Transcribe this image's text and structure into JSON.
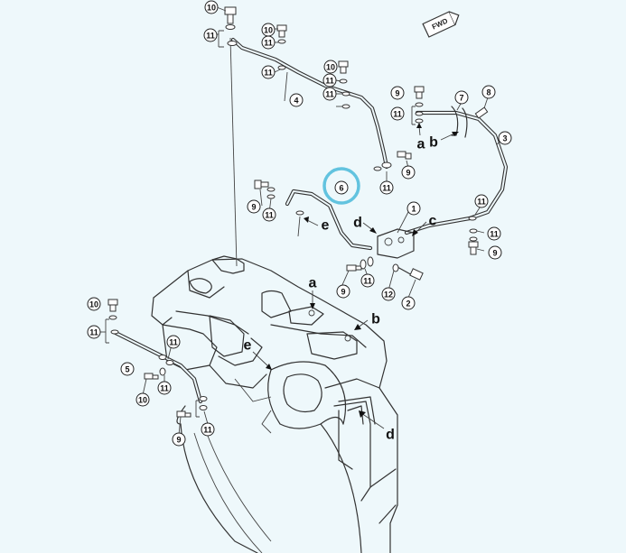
{
  "direction_badge": {
    "text": "FWD"
  },
  "callouts": [
    {
      "id": "c10a",
      "text": "10"
    },
    {
      "id": "c11a",
      "text": "11"
    },
    {
      "id": "c10b",
      "text": "10"
    },
    {
      "id": "c11b",
      "text": "11"
    },
    {
      "id": "c11c",
      "text": "11"
    },
    {
      "id": "c10c",
      "text": "10"
    },
    {
      "id": "c11d",
      "text": "11"
    },
    {
      "id": "c4",
      "text": "4"
    },
    {
      "id": "c11e",
      "text": "11"
    },
    {
      "id": "c9a",
      "text": "9"
    },
    {
      "id": "c7",
      "text": "7"
    },
    {
      "id": "c8",
      "text": "8"
    },
    {
      "id": "c11f",
      "text": "11"
    },
    {
      "id": "c3",
      "text": "3"
    },
    {
      "id": "c9b",
      "text": "9"
    },
    {
      "id": "c11g",
      "text": "11"
    },
    {
      "id": "c6",
      "text": "6"
    },
    {
      "id": "c9c",
      "text": "9"
    },
    {
      "id": "c11h",
      "text": "11"
    },
    {
      "id": "c1",
      "text": "1"
    },
    {
      "id": "c11i",
      "text": "11"
    },
    {
      "id": "c11j",
      "text": "11"
    },
    {
      "id": "c9d",
      "text": "9"
    },
    {
      "id": "c9e",
      "text": "9"
    },
    {
      "id": "c11k",
      "text": "11"
    },
    {
      "id": "c12",
      "text": "12"
    },
    {
      "id": "c2",
      "text": "2"
    },
    {
      "id": "c10d",
      "text": "10"
    },
    {
      "id": "c11l",
      "text": "11"
    },
    {
      "id": "c11m",
      "text": "11"
    },
    {
      "id": "c5",
      "text": "5"
    },
    {
      "id": "c10e",
      "text": "10"
    },
    {
      "id": "c11n",
      "text": "11"
    },
    {
      "id": "c9f",
      "text": "9"
    },
    {
      "id": "c11o",
      "text": "11"
    }
  ],
  "letters": [
    {
      "id": "la1",
      "text": "a"
    },
    {
      "id": "lb1",
      "text": "b"
    },
    {
      "id": "lc1",
      "text": "c"
    },
    {
      "id": "ld1",
      "text": "d"
    },
    {
      "id": "le1",
      "text": "e"
    },
    {
      "id": "la2",
      "text": "a"
    },
    {
      "id": "lb2",
      "text": "b"
    },
    {
      "id": "le2",
      "text": "e"
    },
    {
      "id": "ld2",
      "text": "d"
    }
  ]
}
